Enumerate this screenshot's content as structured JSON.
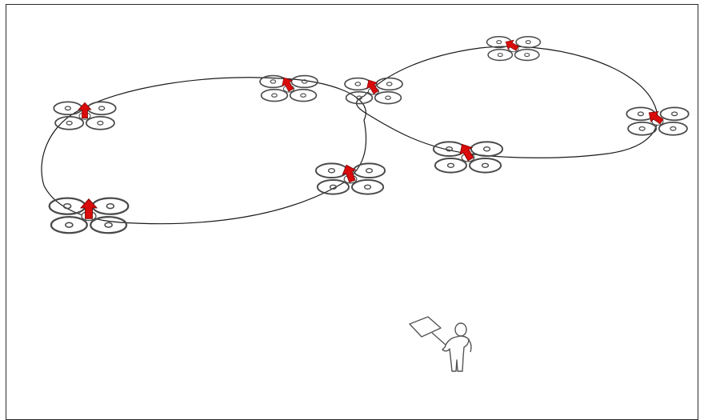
{
  "figure": {
    "title": "",
    "caption": "",
    "path_shape": "figure-eight",
    "drone_count": 8,
    "colors": {
      "background": "#ffffff",
      "frame": "#2a2a2a",
      "path": "#1a1a1a",
      "rotor": "#4a4a4a",
      "heading_arrow": "#d90b0b",
      "operator": "#555555"
    },
    "drones": [
      {
        "id": "drone-1",
        "heading_deg": 0
      },
      {
        "id": "drone-2",
        "heading_deg": 0
      },
      {
        "id": "drone-3",
        "heading_deg": -30
      },
      {
        "id": "drone-4",
        "heading_deg": -20
      },
      {
        "id": "drone-5",
        "heading_deg": -30
      },
      {
        "id": "drone-6",
        "heading_deg": -30
      },
      {
        "id": "drone-7",
        "heading_deg": -60
      },
      {
        "id": "drone-8",
        "heading_deg": -55
      }
    ],
    "operator": {
      "icon": "person-icon",
      "holds": "controller-tablet-icon"
    }
  }
}
